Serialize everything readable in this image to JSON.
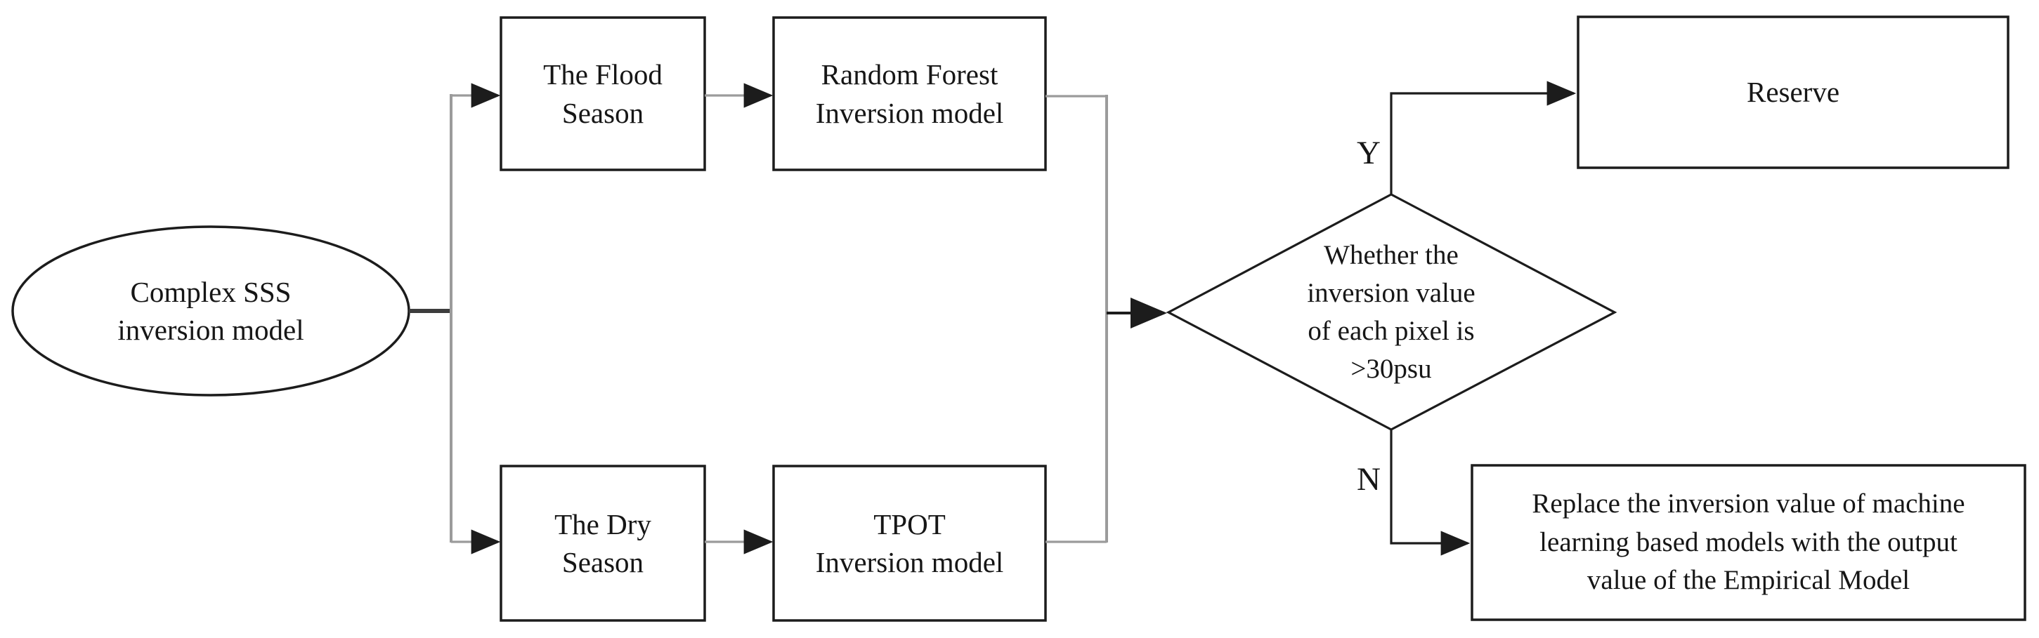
{
  "nodes": {
    "start": {
      "shape": "ellipse",
      "label": "Complex SSS\ninversion model"
    },
    "flood_season": {
      "shape": "process",
      "label": "The Flood\nSeason"
    },
    "rf_model": {
      "shape": "process",
      "label": "Random Forest\nInversion model"
    },
    "dry_season": {
      "shape": "process",
      "label": "The Dry\nSeason"
    },
    "tpot_model": {
      "shape": "process",
      "label": "TPOT\nInversion model"
    },
    "decision": {
      "shape": "diamond",
      "label": "Whether the\ninversion value\nof each pixel is\n>30psu"
    },
    "reserve": {
      "shape": "process",
      "label": "Reserve"
    },
    "replace": {
      "shape": "process",
      "label": "Replace the inversion value of machine\nlearning based models with the output\nvalue of the Empirical Model"
    }
  },
  "branch_labels": {
    "yes": "Y",
    "no": "N"
  },
  "colors": {
    "background": "#ffffff",
    "shape_border": "#1c1c1c",
    "connector_gray": "#9b9b9b",
    "connector_black": "#1c1c1c",
    "text": "#161616"
  }
}
